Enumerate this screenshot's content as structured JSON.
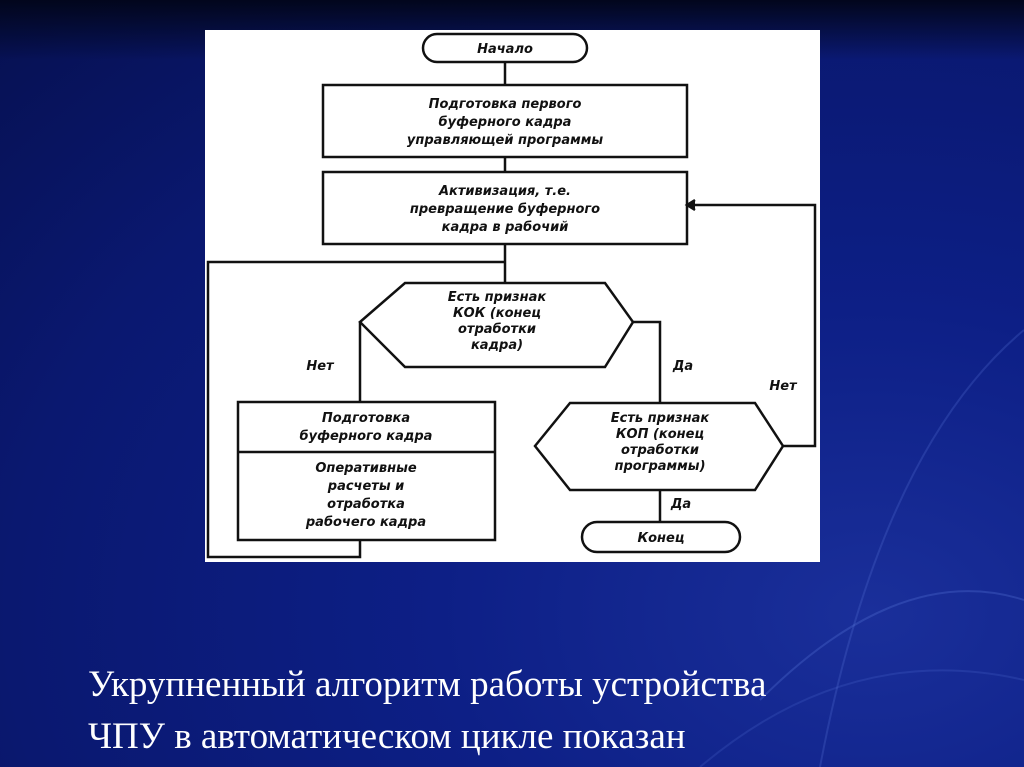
{
  "diagram": {
    "start": "Начало",
    "box1": [
      "Подготовка первого",
      "буферного кадра",
      "управляющей программы"
    ],
    "box2": [
      "Активизация, т.е.",
      "превращение буферного",
      "кадра в рабочий"
    ],
    "decision1": [
      "Есть признак",
      "КОК (конец",
      "отработки",
      "кадра)"
    ],
    "decision1_no": "Нет",
    "decision1_yes": "Да",
    "box3_top": [
      "Подготовка",
      "буферного кадра"
    ],
    "box3_bottom": [
      "Оперативные",
      "расчеты и",
      "отработка",
      "рабочего кадра"
    ],
    "decision2": [
      "Есть признак",
      "КОП (конец",
      "отработки",
      "программы)"
    ],
    "decision2_no": "Нет",
    "decision2_yes": "Да",
    "end": "Конец"
  },
  "caption": {
    "line1": "Укрупненный алгоритм работы устройства",
    "line2": "ЧПУ в автоматическом цикле показан"
  }
}
